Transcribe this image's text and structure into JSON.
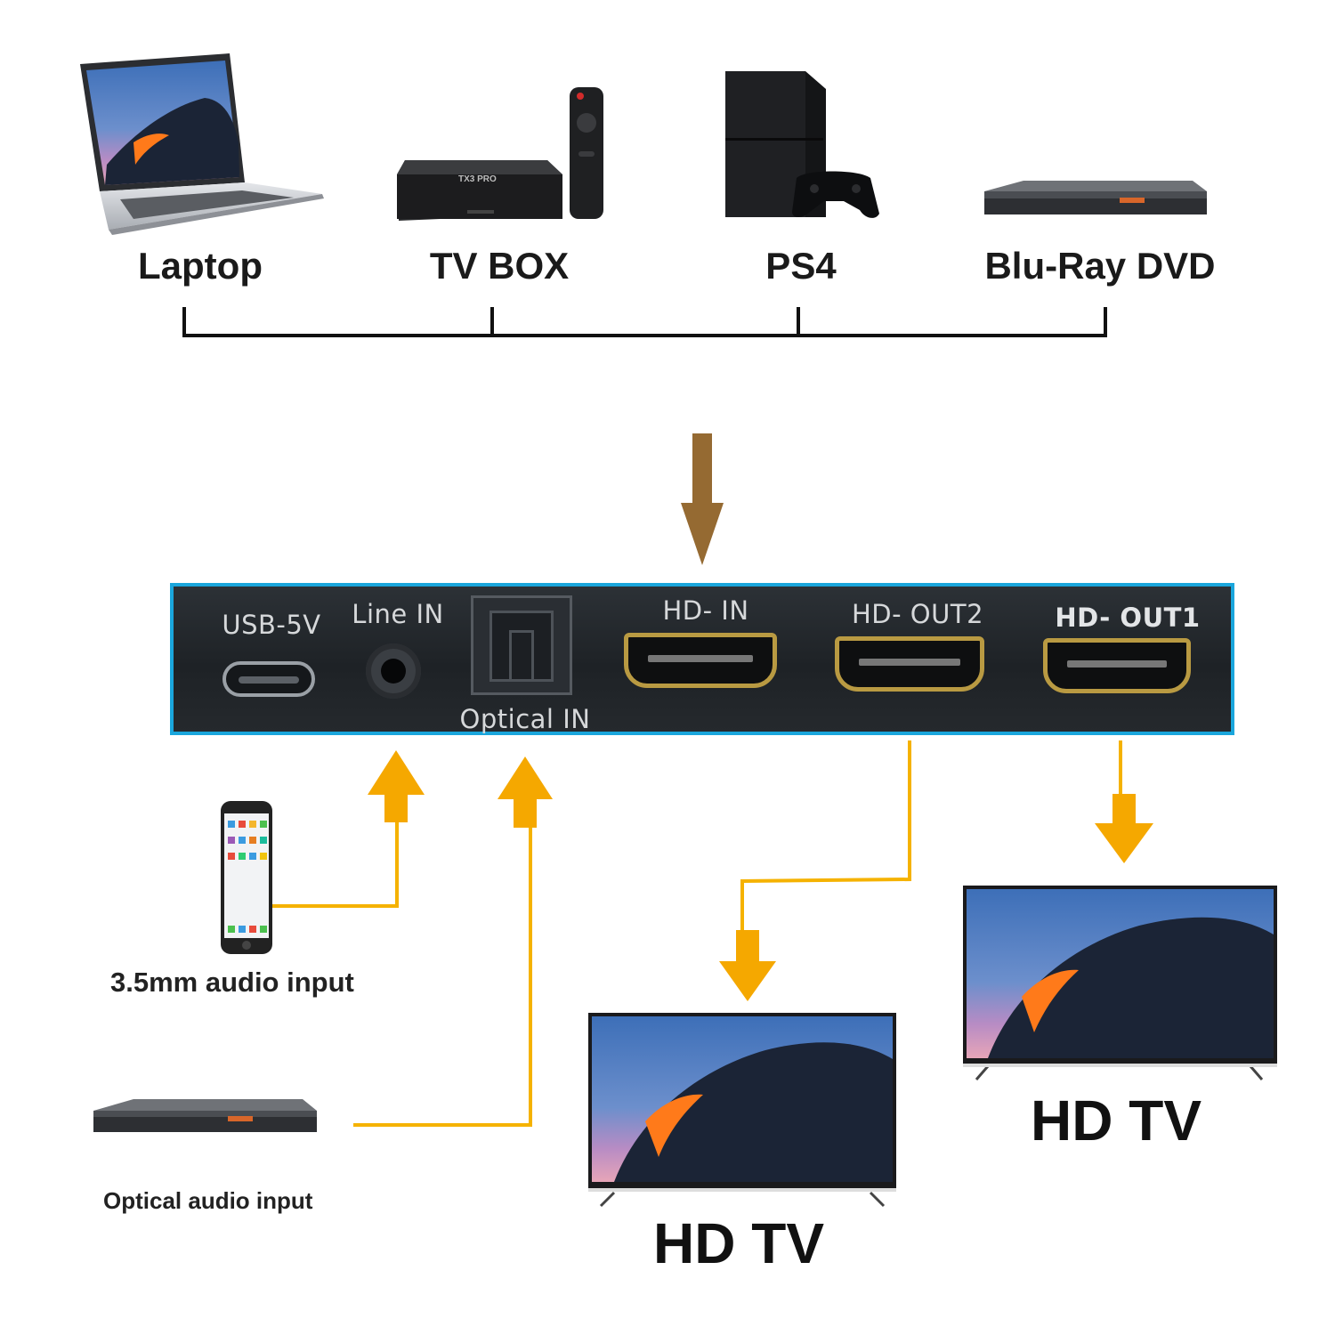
{
  "sources": {
    "laptop": "Laptop",
    "tv_box": "TV BOX",
    "tv_box_brand": "TX3 PRO",
    "ps4": "PS4",
    "bluray": "Blu-Ray DVD"
  },
  "ports": {
    "usb": "USB-5V",
    "line_in": "Line IN",
    "optical_in": "Optical IN",
    "hd_in": "HD- IN",
    "hd_out2": "HD- OUT2",
    "hd_out1": "HD- OUT1"
  },
  "audio_inputs": {
    "phone": "3.5mm audio input",
    "optical": "Optical audio input"
  },
  "outputs": {
    "tv_left": "HD TV",
    "tv_right": "HD TV"
  },
  "colors": {
    "panel_border": "#1aa6dc",
    "input_arrow": "#956a32",
    "audio_arrow": "#f5a800",
    "output_line": "#f5b200"
  }
}
